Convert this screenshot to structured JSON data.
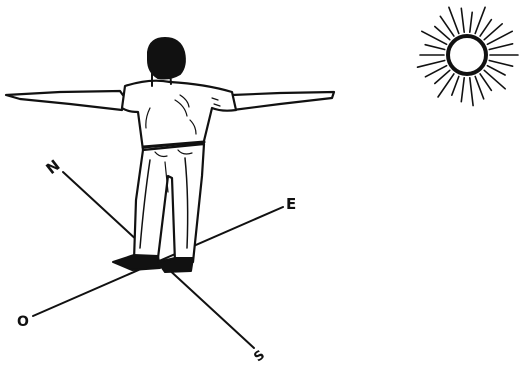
{
  "compass": {
    "north": "N",
    "east": "E",
    "west": "O",
    "south": "S"
  },
  "icons": {
    "sun": "sun-icon",
    "person": "person-arms-outstretched"
  },
  "colors": {
    "ink": "#111111",
    "background": "#ffffff"
  }
}
